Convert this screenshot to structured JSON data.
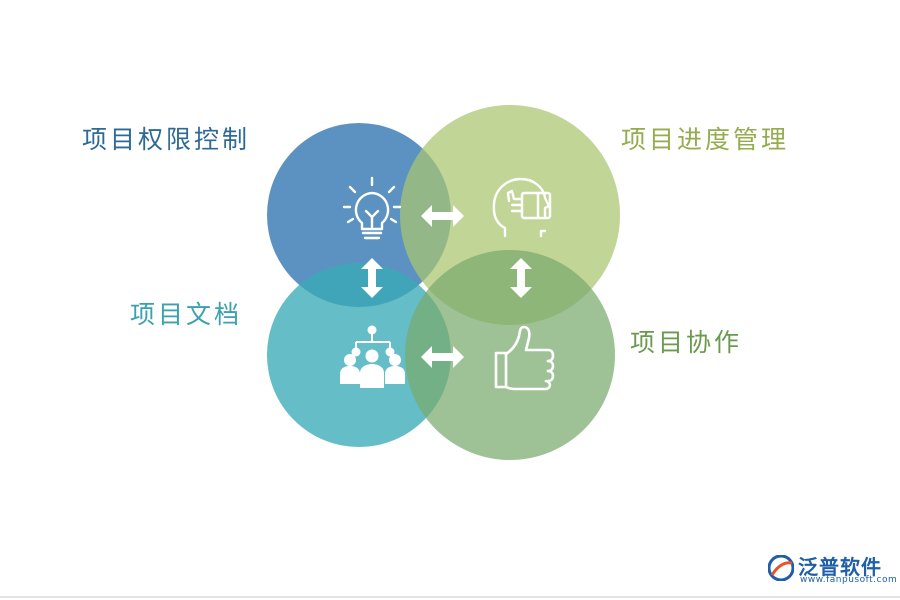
{
  "labels": {
    "top_left": "项目权限控制",
    "top_right": "项目进度管理",
    "bottom_left": "项目文档",
    "bottom_right": "项目协作"
  },
  "colors": {
    "top_left": "#3f7fb6",
    "top_right": "#a9c56f",
    "bottom_left": "#3aabb7",
    "bottom_right": "#79ab6c",
    "label_top_left": "#2e6a96",
    "label_top_right": "#93ad4e",
    "label_bottom_left": "#3aa2ae",
    "label_bottom_right": "#6a9a4e"
  },
  "icons": {
    "top_left": "lightbulb-icon",
    "top_right": "head-thinking-icon",
    "bottom_left": "team-network-icon",
    "bottom_right": "thumbs-up-icon",
    "connectors": "double-arrow-icon"
  },
  "logo": {
    "name": "泛普软件",
    "url": "www.fanpusoft.com"
  }
}
